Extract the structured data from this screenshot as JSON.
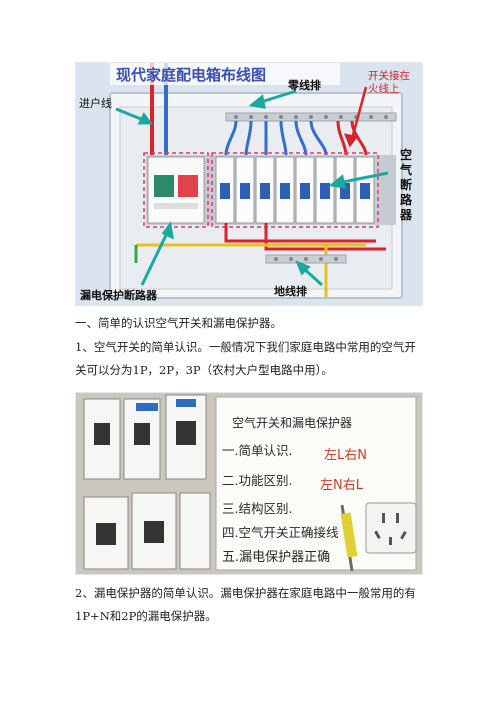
{
  "figure1": {
    "title": "现代家庭配电箱布线图",
    "labels": {
      "incoming": "进户线",
      "neutral_bar": "零线排",
      "switch_note_line1": "开关接在",
      "switch_note_line2": "火线上",
      "air_breaker_1": "空",
      "air_breaker_2": "气",
      "air_breaker_3": "断",
      "air_breaker_4": "路",
      "air_breaker_5": "器",
      "ground_bar": "地线排",
      "leakage_breaker": "漏电保护断路器"
    },
    "colors": {
      "title": "#3a4fb5",
      "arrow": "#1aa9a0",
      "red_arrow": "#d8232a"
    }
  },
  "heading": "一、简单的认识空气开关和漏电保护器。",
  "para1": "1、空气开关的简单认识。一般情况下我们家庭电路中常用的空气开关可以分为1P，2P，3P（农村大户型电路中用）。",
  "figure2": {
    "whiteboard": {
      "title": "空气开关和漏电保护器",
      "line1": "一.简单认识.",
      "note1": "左L右N",
      "line2": "二.功能区别.",
      "note2": "左N右L",
      "line3": "三.结构区别.",
      "line4": "四.空气开关正确接线",
      "line5": "五.漏电保护器正确"
    }
  },
  "para2": "2、漏电保护器的简单认识。漏电保护器在家庭电路中一般常用的有1P+N和2P的漏电保护器。"
}
